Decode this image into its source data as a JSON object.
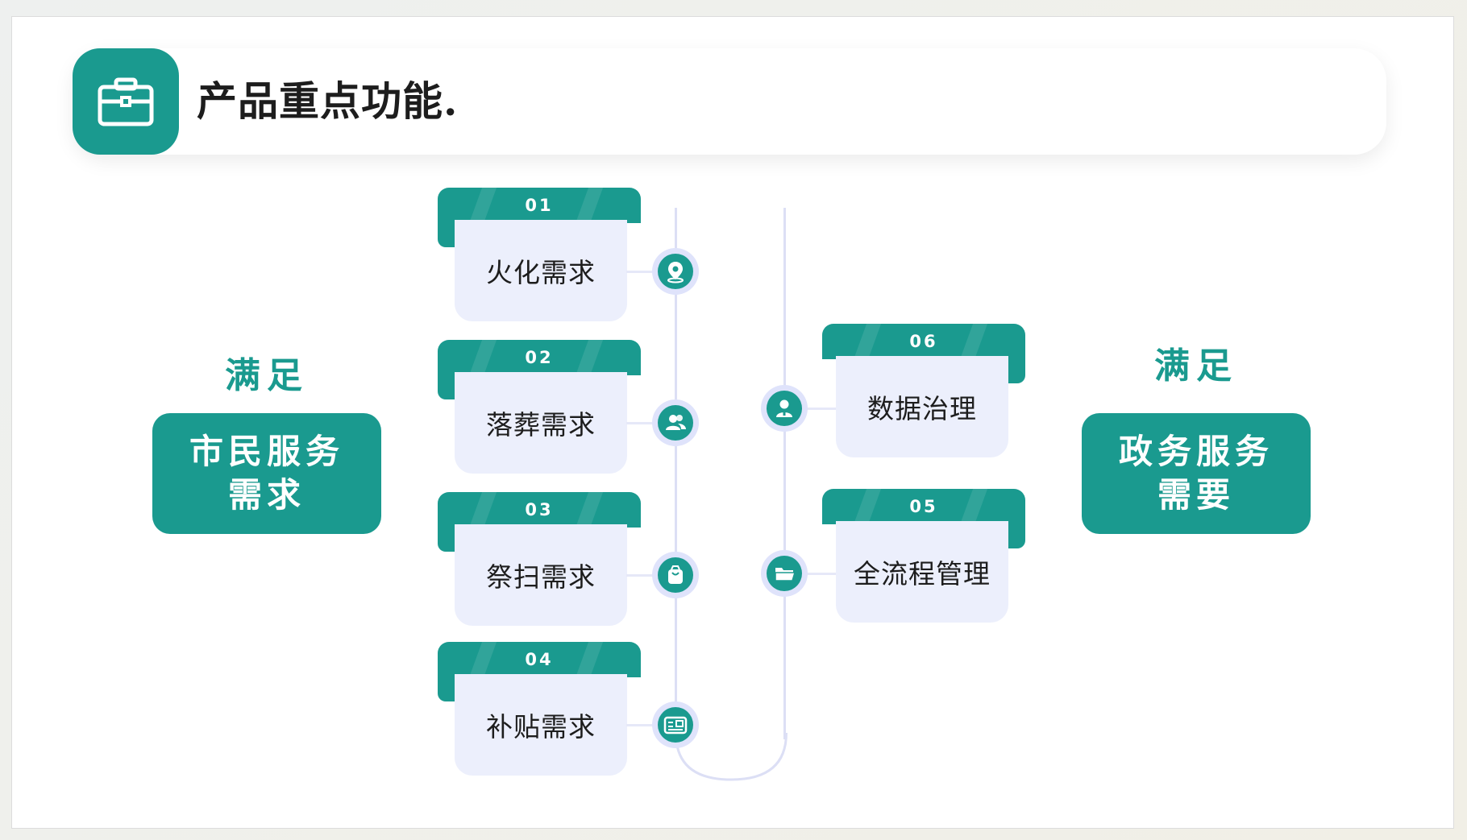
{
  "header": {
    "title": "产品重点功能."
  },
  "left_panel": {
    "satisfy_label": "满足",
    "need_line1": "市民服务",
    "need_line2": "需求"
  },
  "right_panel": {
    "satisfy_label": "满足",
    "need_line1": "政务服务",
    "need_line2": "需要"
  },
  "left_items": [
    {
      "num": "01",
      "label": "火化需求",
      "icon": "map-pin-icon"
    },
    {
      "num": "02",
      "label": "落葬需求",
      "icon": "users-icon"
    },
    {
      "num": "03",
      "label": "祭扫需求",
      "icon": "bag-icon"
    },
    {
      "num": "04",
      "label": "补贴需求",
      "icon": "id-card-icon"
    }
  ],
  "right_items": [
    {
      "num": "06",
      "label": "数据治理",
      "icon": "person-icon"
    },
    {
      "num": "05",
      "label": "全流程管理",
      "icon": "folder-icon"
    }
  ],
  "colors": {
    "accent": "#1a9a8f",
    "card_body": "#eceffc",
    "line": "#dcdff5"
  }
}
